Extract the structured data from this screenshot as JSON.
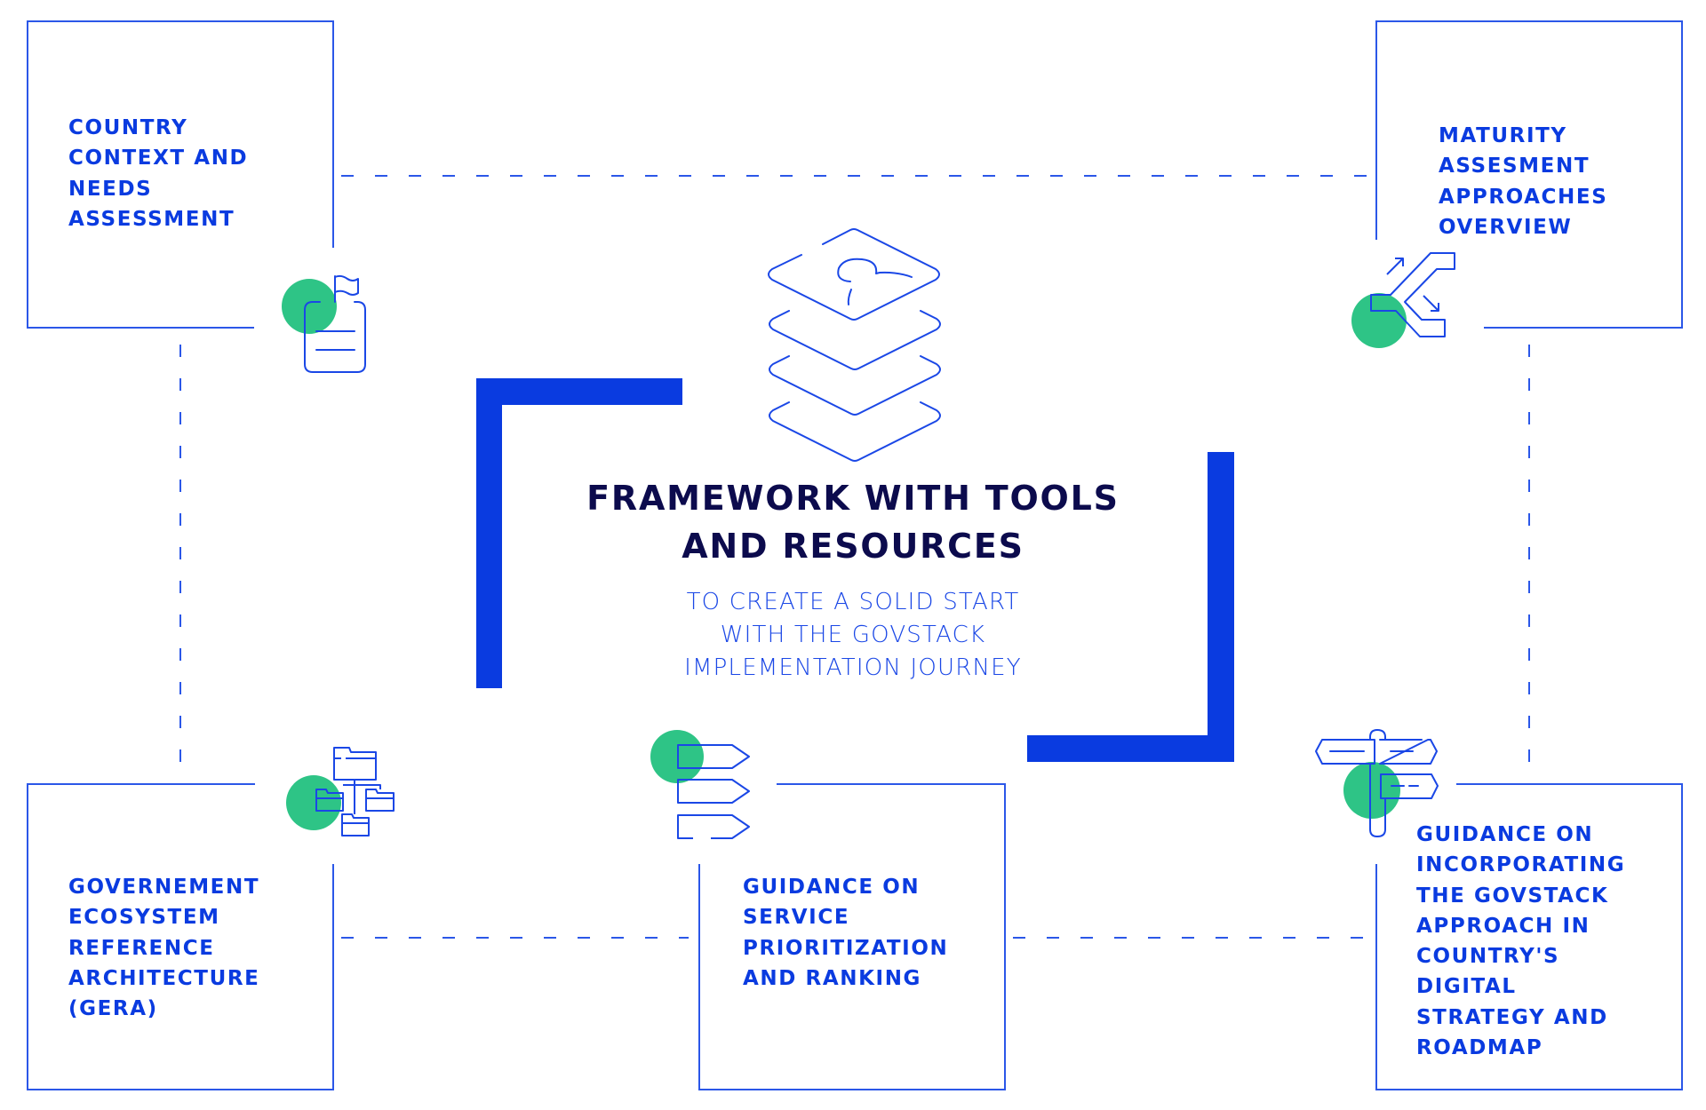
{
  "colors": {
    "primary_blue": "#0a3be0",
    "line_blue": "#2b57e8",
    "title_navy": "#0c0b4d",
    "accent_green": "#2ec486",
    "background": "#ffffff"
  },
  "center": {
    "title_lines": [
      "FRAMEWORK WITH TOOLS",
      "AND RESOURCES"
    ],
    "subtitle_lines": [
      "TO CREATE A SOLID START",
      "WITH THE GOVSTACK",
      "IMPLEMENTATION JOURNEY"
    ],
    "icon": "layers-stack-user-icon"
  },
  "nodes": [
    {
      "id": "country-context",
      "lines": [
        "COUNTRY",
        "CONTEXT AND",
        "NEEDS",
        "ASSESSMENT"
      ],
      "icon": "clipboard-flag-icon",
      "position": "top-left"
    },
    {
      "id": "maturity-assessment",
      "lines": [
        "MATURITY",
        "ASSESMENT",
        "APPROACHES",
        "OVERVIEW"
      ],
      "icon": "fork-arrows-icon",
      "position": "top-right"
    },
    {
      "id": "gera",
      "lines": [
        "GOVERNEMENT",
        "ECOSYSTEM",
        "REFERENCE",
        "ARCHITECTURE",
        "(GERA)"
      ],
      "icon": "folder-hierarchy-icon",
      "position": "bottom-left"
    },
    {
      "id": "service-prioritization",
      "lines": [
        "GUIDANCE ON",
        "SERVICE",
        "PRIORITIZATION",
        "AND RANKING"
      ],
      "icon": "ranked-tags-icon",
      "position": "bottom-center"
    },
    {
      "id": "digital-strategy",
      "lines": [
        "GUIDANCE ON",
        "INCORPORATING",
        "THE GOVSTACK",
        "APPROACH IN",
        "COUNTRY'S",
        "DIGITAL",
        "STRATEGY AND",
        "ROADMAP"
      ],
      "icon": "signpost-icon",
      "position": "bottom-right"
    }
  ],
  "connections": [
    {
      "from": "country-context",
      "to": "maturity-assessment",
      "style": "dashed"
    },
    {
      "from": "maturity-assessment",
      "to": "digital-strategy",
      "style": "dashed"
    },
    {
      "from": "country-context",
      "to": "gera",
      "style": "dashed"
    },
    {
      "from": "gera",
      "to": "service-prioritization",
      "style": "dashed"
    },
    {
      "from": "service-prioritization",
      "to": "digital-strategy",
      "style": "dashed"
    }
  ]
}
